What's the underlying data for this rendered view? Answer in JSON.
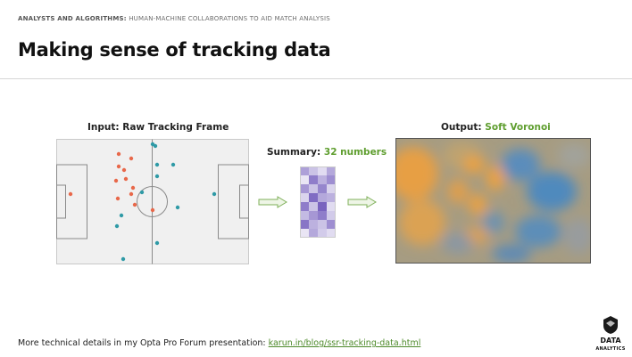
{
  "header": {
    "section_prefix": "ANALYSTS AND ALGORITHMS:",
    "section_suffix": " HUMAN-MACHINE COLLABORATIONS TO AID MATCH ANALYSIS",
    "title": "Making sense of tracking data"
  },
  "input": {
    "label": "Input:",
    "value": "Raw Tracking Frame"
  },
  "summary": {
    "label": "Summary:",
    "value": "32 numbers",
    "cell_shades": [
      0.55,
      0.35,
      0.2,
      0.5,
      0.15,
      0.75,
      0.45,
      0.65,
      0.6,
      0.35,
      0.7,
      0.25,
      0.25,
      0.85,
      0.5,
      0.45,
      0.75,
      0.35,
      0.9,
      0.2,
      0.4,
      0.6,
      0.75,
      0.3,
      0.8,
      0.45,
      0.35,
      0.65,
      0.15,
      0.5,
      0.3,
      0.2
    ]
  },
  "output": {
    "label": "Output:",
    "value": "Soft Voronoi"
  },
  "footer": {
    "text": "More technical details in my Opta Pro Forum presentation: ",
    "link": "karun.in/blog/ssr-tracking-data.html"
  },
  "logo": {
    "line1": "DATA",
    "line2": "ANALYTICS"
  },
  "colors": {
    "team_home": "#e8684a",
    "team_away": "#2f9aa6",
    "summary_base": "#6a52b8",
    "voronoi_orange": "#f2a03a",
    "voronoi_blue": "#3f86c8",
    "accent_green": "#5f9e2f"
  }
}
